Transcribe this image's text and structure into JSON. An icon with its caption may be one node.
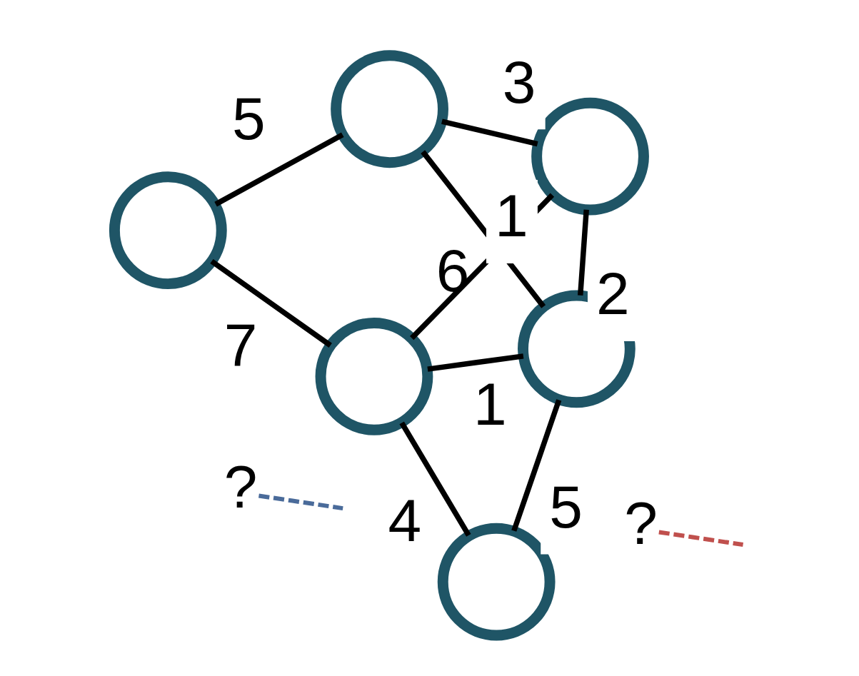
{
  "diagram": {
    "nodes": [
      {
        "text": [],
        "shape": "circle"
      },
      {
        "text": [],
        "shape": "circle"
      },
      {
        "text": [],
        "shape": "circle"
      },
      {
        "text": [],
        "shape": "circle"
      },
      {
        "text": [],
        "shape": "circle"
      },
      {
        "text": [],
        "shape": "circle"
      },
      {
        "text": [
          "?"
        ]
      },
      {
        "text": [
          "?"
        ]
      }
    ],
    "edges": [
      {
        "from": 0,
        "to": 1,
        "arrow": "none",
        "label": "5"
      },
      {
        "from": 0,
        "to": 2,
        "arrow": "none",
        "label": "1"
      },
      {
        "from": 0,
        "to": 3,
        "arrow": "none",
        "label": "2"
      },
      {
        "from": 0,
        "to": 4,
        "arrow": "none",
        "label": "6"
      },
      {
        "from": 1,
        "to": 2,
        "arrow": "none",
        "label": "4"
      },
      {
        "from": 2,
        "to": 3,
        "arrow": "none",
        "label": "1"
      },
      {
        "from": 3,
        "to": 4,
        "arrow": "none",
        "label": "3"
      },
      {
        "from": 4,
        "to": 5,
        "arrow": "none",
        "label": "5"
      },
      {
        "from": 2,
        "to": 5,
        "arrow": "none",
        "label": "7"
      },
      {
        "from": 6,
        "to": null,
        "arrow": "none",
        "style": "dashed",
        "color": "#4a6b9a"
      },
      {
        "from": 7,
        "to": null,
        "arrow": "none",
        "style": "dashed",
        "color": "#c0504d"
      }
    ]
  }
}
